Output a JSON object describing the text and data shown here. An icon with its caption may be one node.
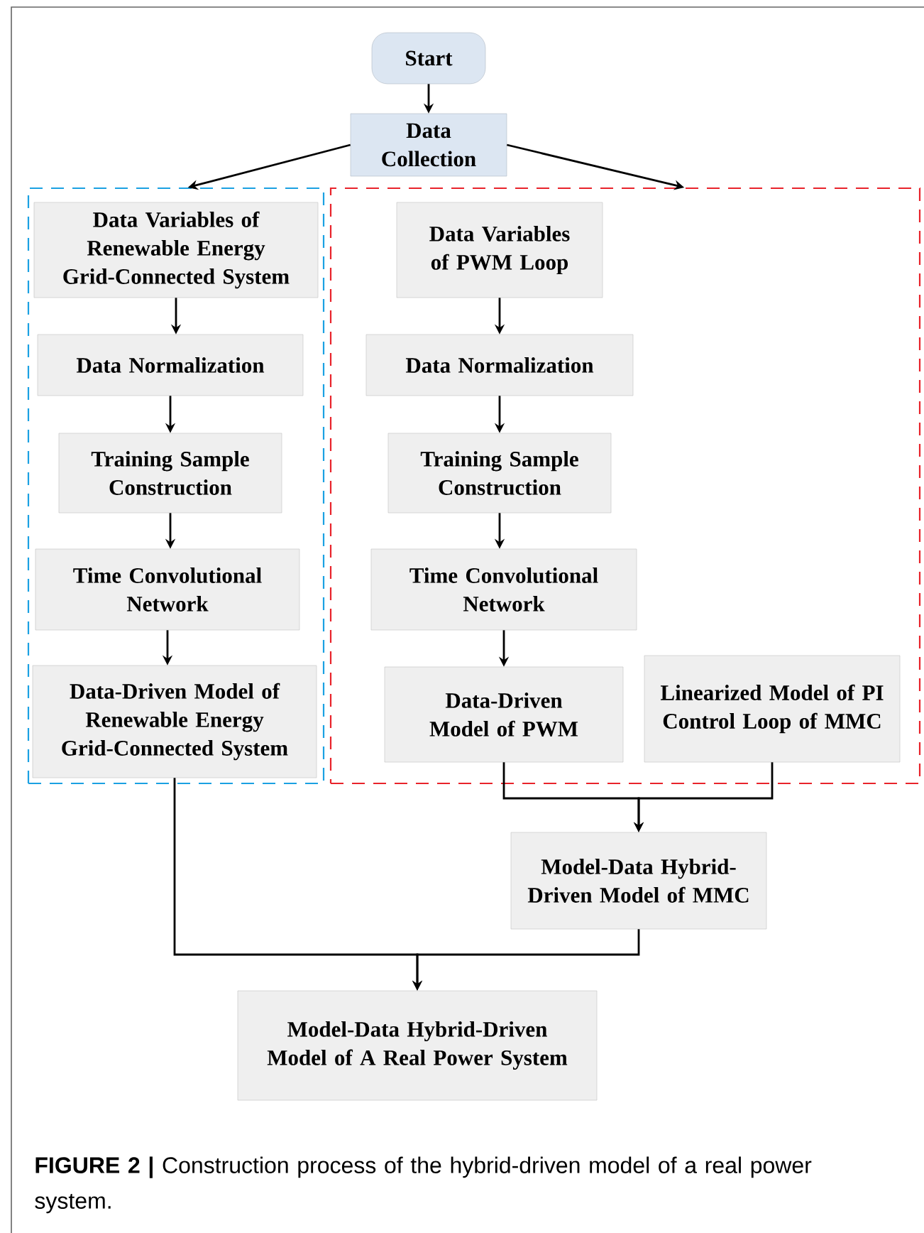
{
  "diagram": {
    "caption": "**FIGURE 2 |** Construction process of the hybrid-driven model of a real power system.",
    "nodes": [
      {
        "text": [
          "Start"
        ]
      },
      {
        "text": [
          "Data Collection"
        ]
      },
      {
        "text": [],
        "shape": "box"
      },
      {
        "text": [
          "Data Variables of Renewable Energy Grid-Connected System"
        ],
        "in": 2
      },
      {
        "text": [
          "Data Normalization"
        ],
        "in": 2
      },
      {
        "text": [
          "Training Sample Construction"
        ],
        "in": 2
      },
      {
        "text": [
          "Time Convolutional Network"
        ],
        "in": 2
      },
      {
        "text": [
          "Data-Driven Model of Renewable Energy Grid-Connected System"
        ],
        "in": 2
      },
      {
        "text": [],
        "shape": "box"
      },
      {
        "text": [
          "Data Variables of PWM Loop"
        ],
        "in": 8
      },
      {
        "text": [
          "Data Normalization"
        ],
        "in": 8
      },
      {
        "text": [
          "Training Sample Construction"
        ],
        "in": 8
      },
      {
        "text": [
          "Time Convolutional Network"
        ],
        "in": 8
      },
      {
        "text": [
          "Data-Driven Model of PWM"
        ],
        "in": 8
      },
      {
        "text": [
          "Linearized Model of PI Control Loop of MMC"
        ],
        "in": 8
      },
      {
        "text": [
          "Model-Data Hybrid-Driven Model of MMC"
        ]
      },
      {
        "text": [
          "Model-Data Hybrid-Driven Model of A Real Power System"
        ]
      }
    ],
    "edges": [
      {
        "from": 0,
        "to": 1,
        "arrow": "to"
      },
      {
        "from": 1,
        "to": 2,
        "arrow": "to"
      },
      {
        "from": 1,
        "to": 8,
        "arrow": "to"
      },
      {
        "from": 3,
        "to": 4,
        "arrow": "to"
      },
      {
        "from": 4,
        "to": 5,
        "arrow": "to"
      },
      {
        "from": 5,
        "to": 6,
        "arrow": "to"
      },
      {
        "from": 6,
        "to": 7,
        "arrow": "to"
      },
      {
        "from": 9,
        "to": 10,
        "arrow": "to"
      },
      {
        "from": 10,
        "to": 11,
        "arrow": "to"
      },
      {
        "from": 11,
        "to": 12,
        "arrow": "to"
      },
      {
        "from": 12,
        "to": 13,
        "arrow": "to"
      },
      {
        "from": 13,
        "to": 15,
        "arrow": "to"
      },
      {
        "from": 14,
        "to": 15,
        "arrow": "to"
      },
      {
        "from": 7,
        "to": 16,
        "arrow": "to"
      },
      {
        "from": 15,
        "to": 16,
        "arrow": "to"
      }
    ]
  }
}
